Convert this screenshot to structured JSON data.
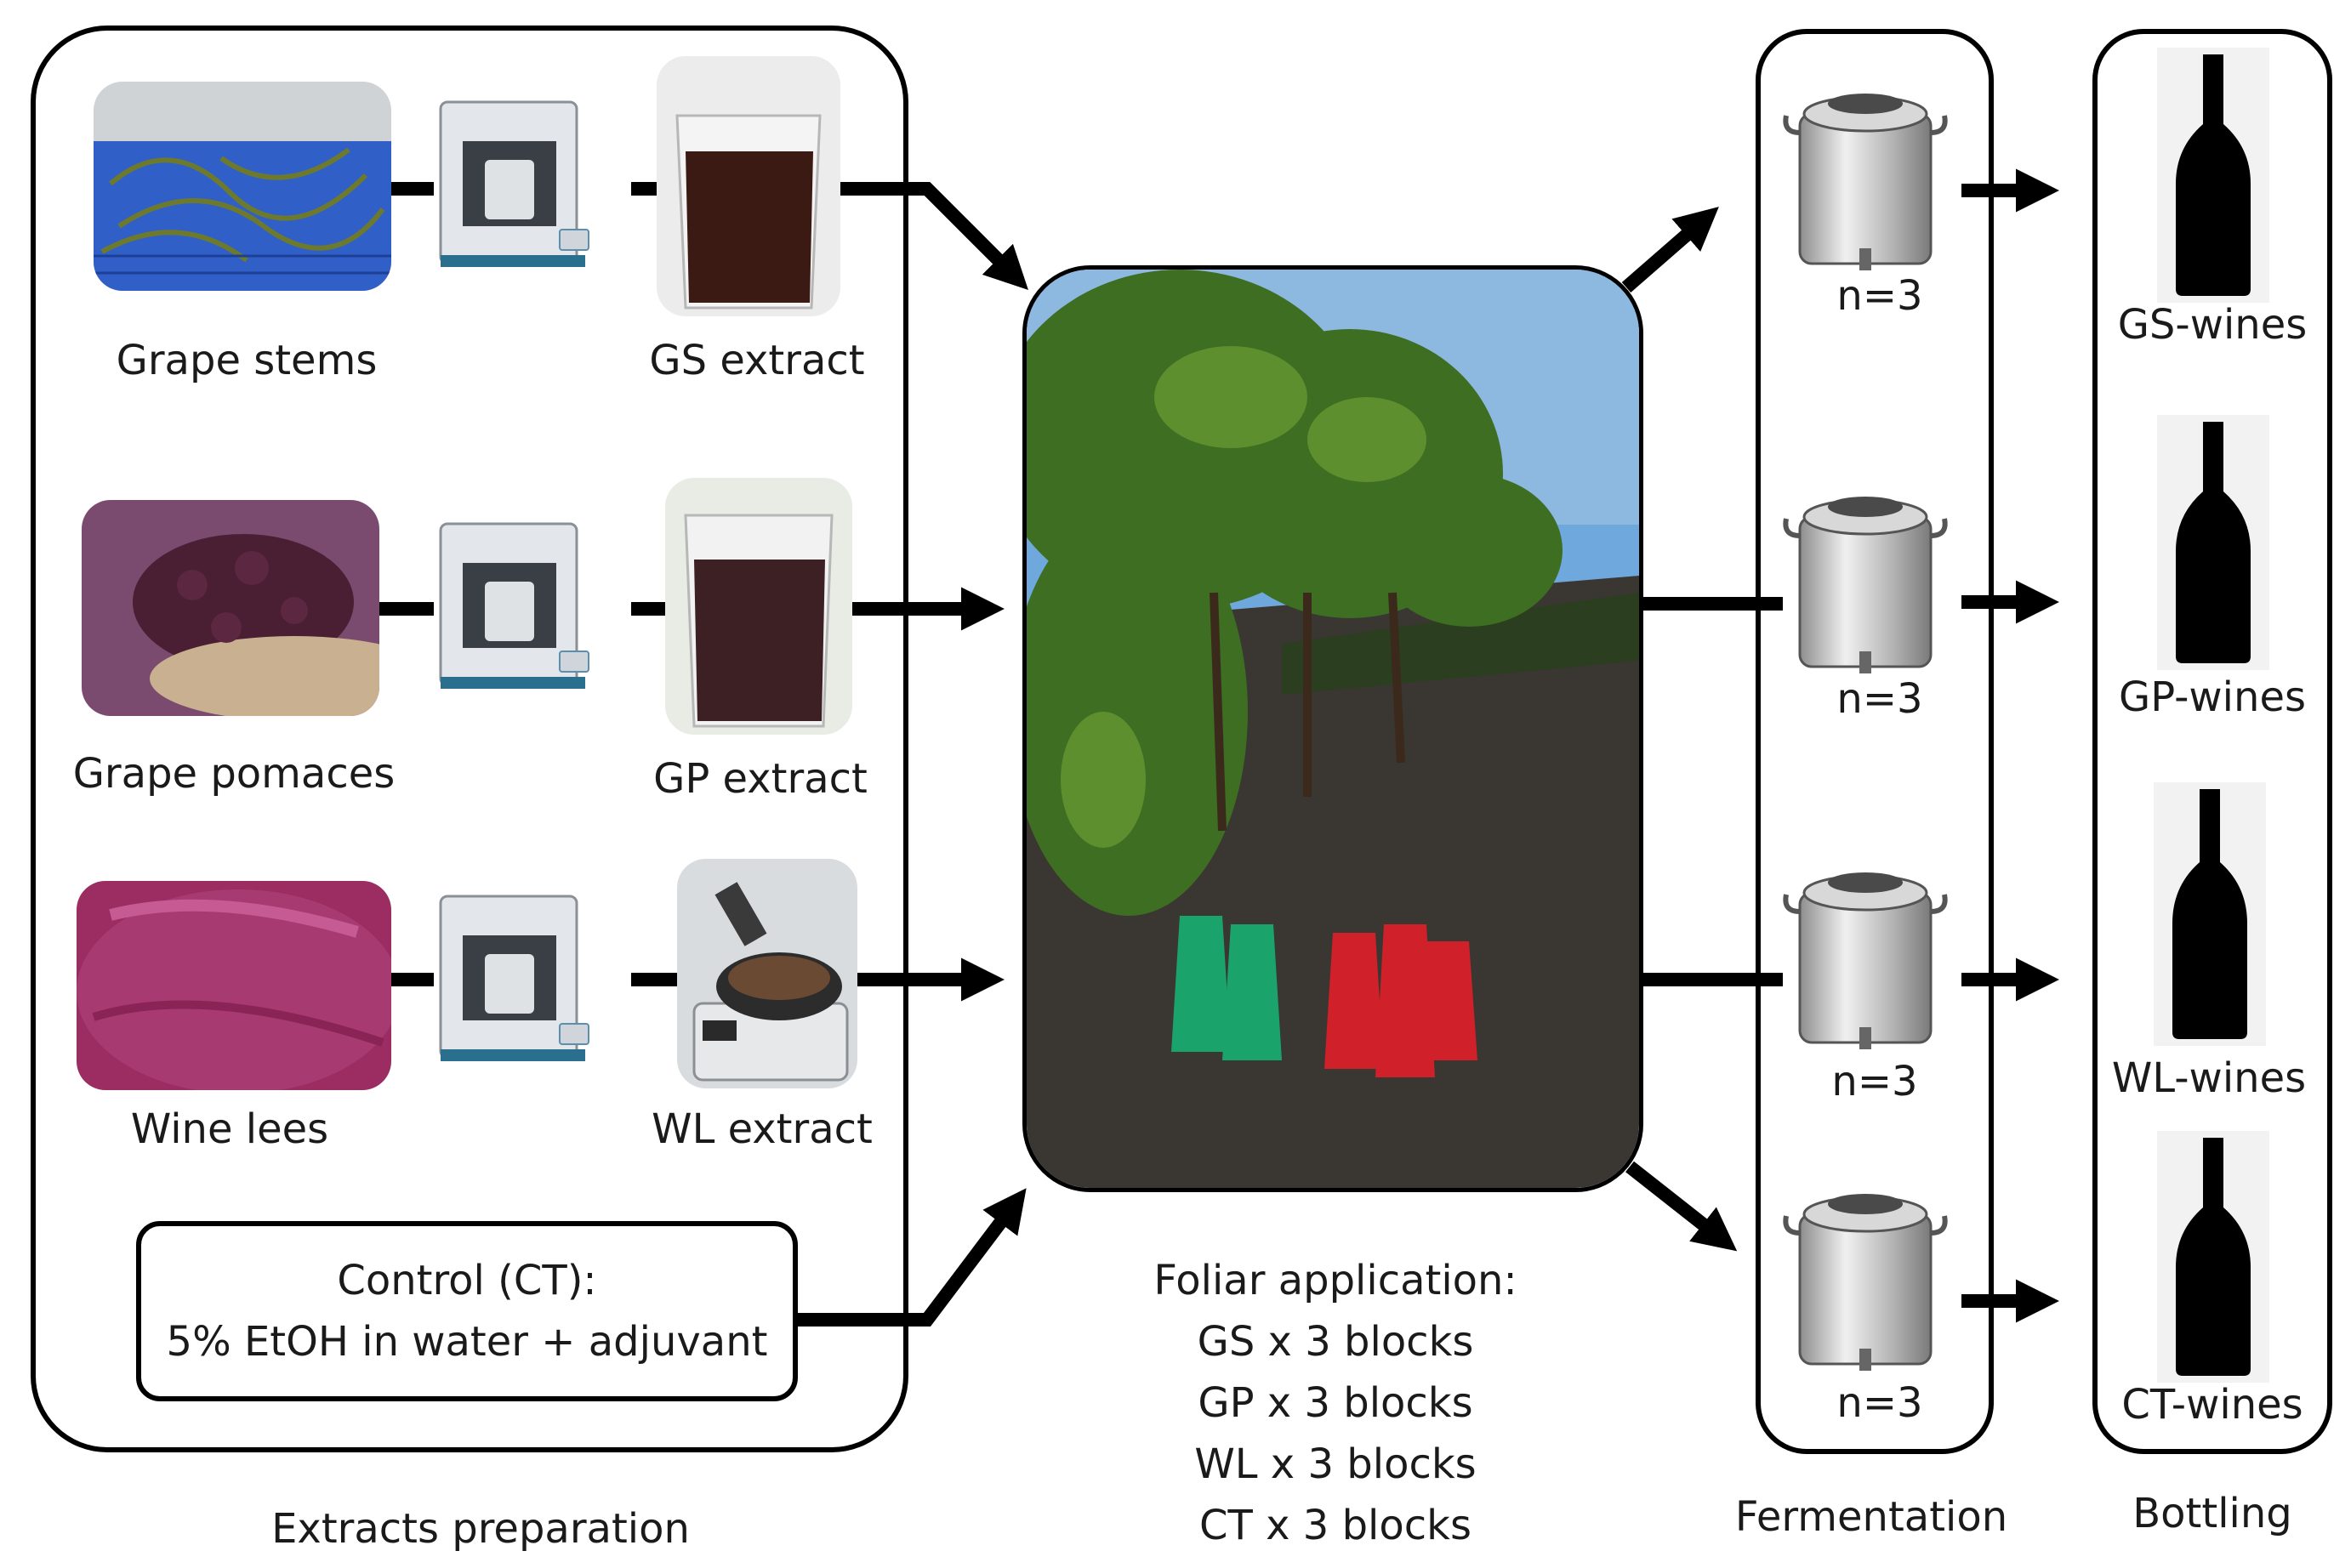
{
  "sections": {
    "extracts": "Extracts preparation",
    "fermentation": "Fermentation",
    "bottling": "Bottling"
  },
  "extract_rows": [
    {
      "source": "Grape stems",
      "extract": "GS extract"
    },
    {
      "source": "Grape pomaces",
      "extract": "GP extract"
    },
    {
      "source": "Wine lees",
      "extract": "WL extract"
    }
  ],
  "control": {
    "line1": "Control (CT):",
    "line2": "5% EtOH in water + adjuvant"
  },
  "foliar": {
    "title": "Foliar application:",
    "lines": [
      "GS x 3 blocks",
      "GP x 3 blocks",
      "WL x 3 blocks",
      "CT x 3 blocks"
    ]
  },
  "tanks": [
    "n=3",
    "n=3",
    "n=3",
    "n=3"
  ],
  "wines": [
    "GS-wines",
    "GP-wines",
    "WL-wines",
    "CT-wines"
  ],
  "colors": {
    "outline": "#000000",
    "sky": "#6fa8dc",
    "foliage": "#3d6e22",
    "soil": "#3a3632",
    "sprayer_green": "#1aa36b",
    "sprayer_red": "#d0202a",
    "extract_liquid": "#3b1a14",
    "steel": "#c9c9c9"
  }
}
